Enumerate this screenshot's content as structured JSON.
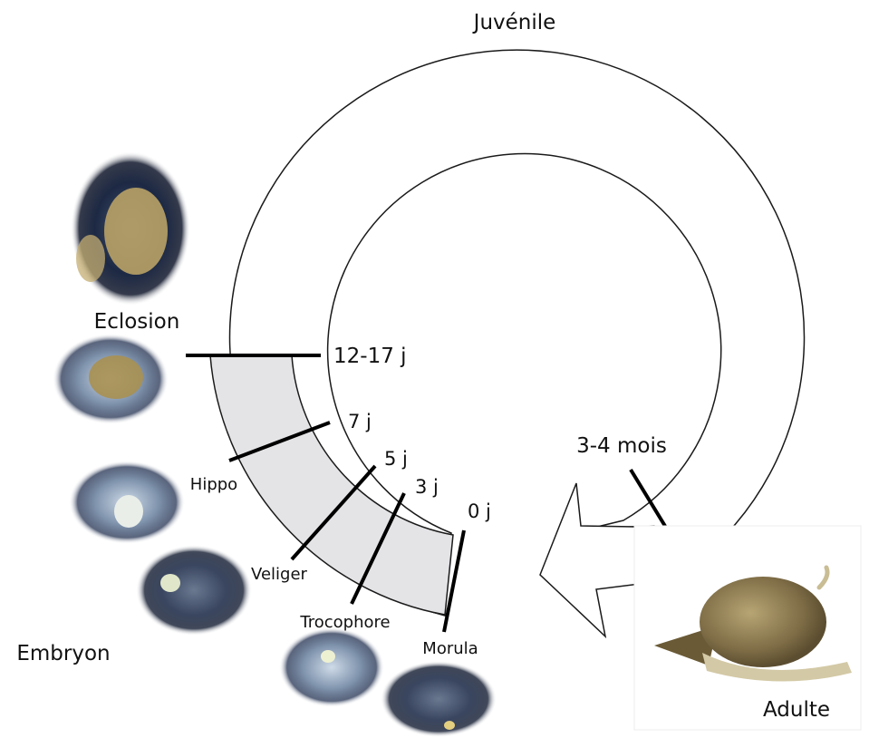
{
  "stages": {
    "juvenile": "Juvénile",
    "eclosion": "Eclosion",
    "embryon": "Embryon",
    "adulte": "Adulte"
  },
  "times": {
    "t_12_17": "12-17 j",
    "t_7": "7 j",
    "t_5": "5 j",
    "t_3": "3 j",
    "t_0": "0 j",
    "t_3_4_mois": "3-4 mois"
  },
  "embryo_stages": {
    "hippo": "Hippo",
    "veliger": "Veliger",
    "trocophore": "Trocophore",
    "morula": "Morula"
  },
  "colors": {
    "embryo_band": "#e4e4e7",
    "ring_stroke": "#1a1a1a",
    "tick": "#000000",
    "photo_blue": "#5c6f86",
    "photo_dark": "#2d3850",
    "snail_shell": "#8c7a4e"
  }
}
